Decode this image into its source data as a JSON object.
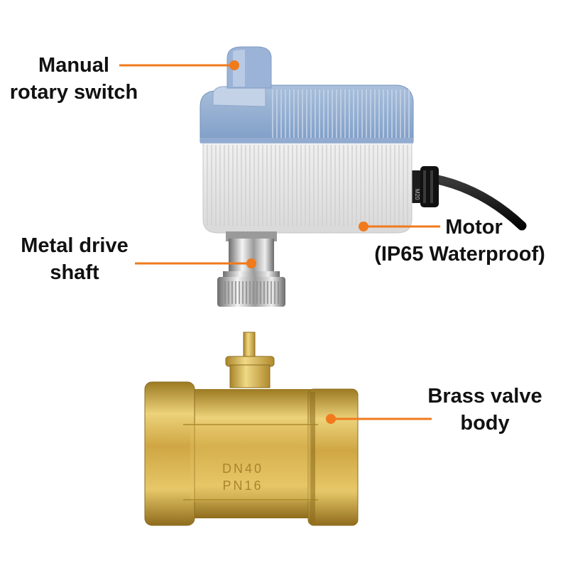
{
  "accent_color": "#f07a1c",
  "annotations": {
    "manual_switch": {
      "line1": "Manual",
      "line2": "rotary switch"
    },
    "drive_shaft": {
      "line1": "Metal drive",
      "line2": "shaft"
    },
    "motor": {
      "line1": "Motor",
      "line2": "(IP65 Waterproof)"
    },
    "valve_body": {
      "line1": "Brass valve",
      "line2": "body"
    }
  },
  "valve_markings": {
    "line1": "DN40",
    "line2": "PN16"
  },
  "cable_gland_text": "M20"
}
